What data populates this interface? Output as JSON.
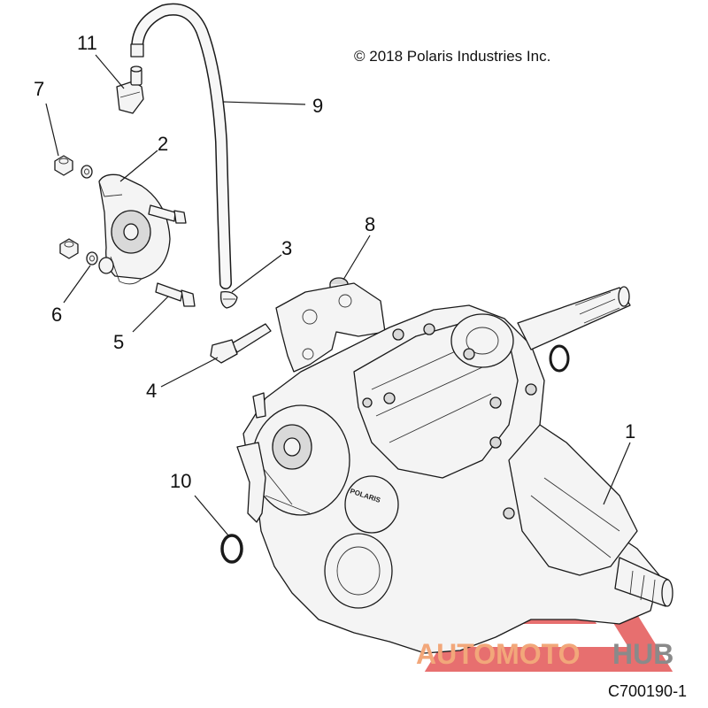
{
  "copyright": "© 2018 Polaris Industries Inc.",
  "figure_id": "C700190-1",
  "watermark": {
    "brand_a": "AUTOMOTO",
    "brand_b": "HUB",
    "color_a": "#f2a77a",
    "color_b": "#8a8a8a",
    "triangle_color": "#e04040"
  },
  "callouts": [
    {
      "id": "1",
      "label": "1"
    },
    {
      "id": "2",
      "label": "2"
    },
    {
      "id": "3",
      "label": "3"
    },
    {
      "id": "4",
      "label": "4"
    },
    {
      "id": "5",
      "label": "5"
    },
    {
      "id": "6",
      "label": "6"
    },
    {
      "id": "7",
      "label": "7"
    },
    {
      "id": "8",
      "label": "8"
    },
    {
      "id": "9",
      "label": "9"
    },
    {
      "id": "10",
      "label": "10"
    },
    {
      "id": "11",
      "label": "11"
    }
  ],
  "case_logo_text": "POLARIS"
}
